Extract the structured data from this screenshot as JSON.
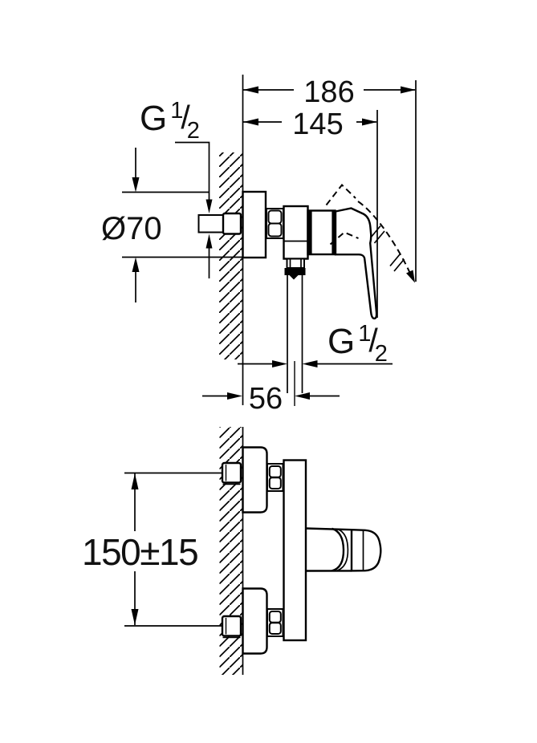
{
  "page": {
    "background": "#ffffff",
    "line_color": "#000000"
  },
  "views": {
    "side_view": {
      "labels": {
        "total_depth": "186",
        "depth_to_handle": "145",
        "escutcheon_diameter": "Ø70",
        "wall_to_hose_outlet": "56",
        "inlet_thread": {
          "base": "G",
          "numerator": "1",
          "slash": "/",
          "denominator": "2"
        },
        "outlet_thread": {
          "base": "G",
          "numerator": "1",
          "slash": "/",
          "denominator": "2"
        }
      }
    },
    "front_view": {
      "labels": {
        "connection_spacing": "150±15"
      }
    }
  }
}
